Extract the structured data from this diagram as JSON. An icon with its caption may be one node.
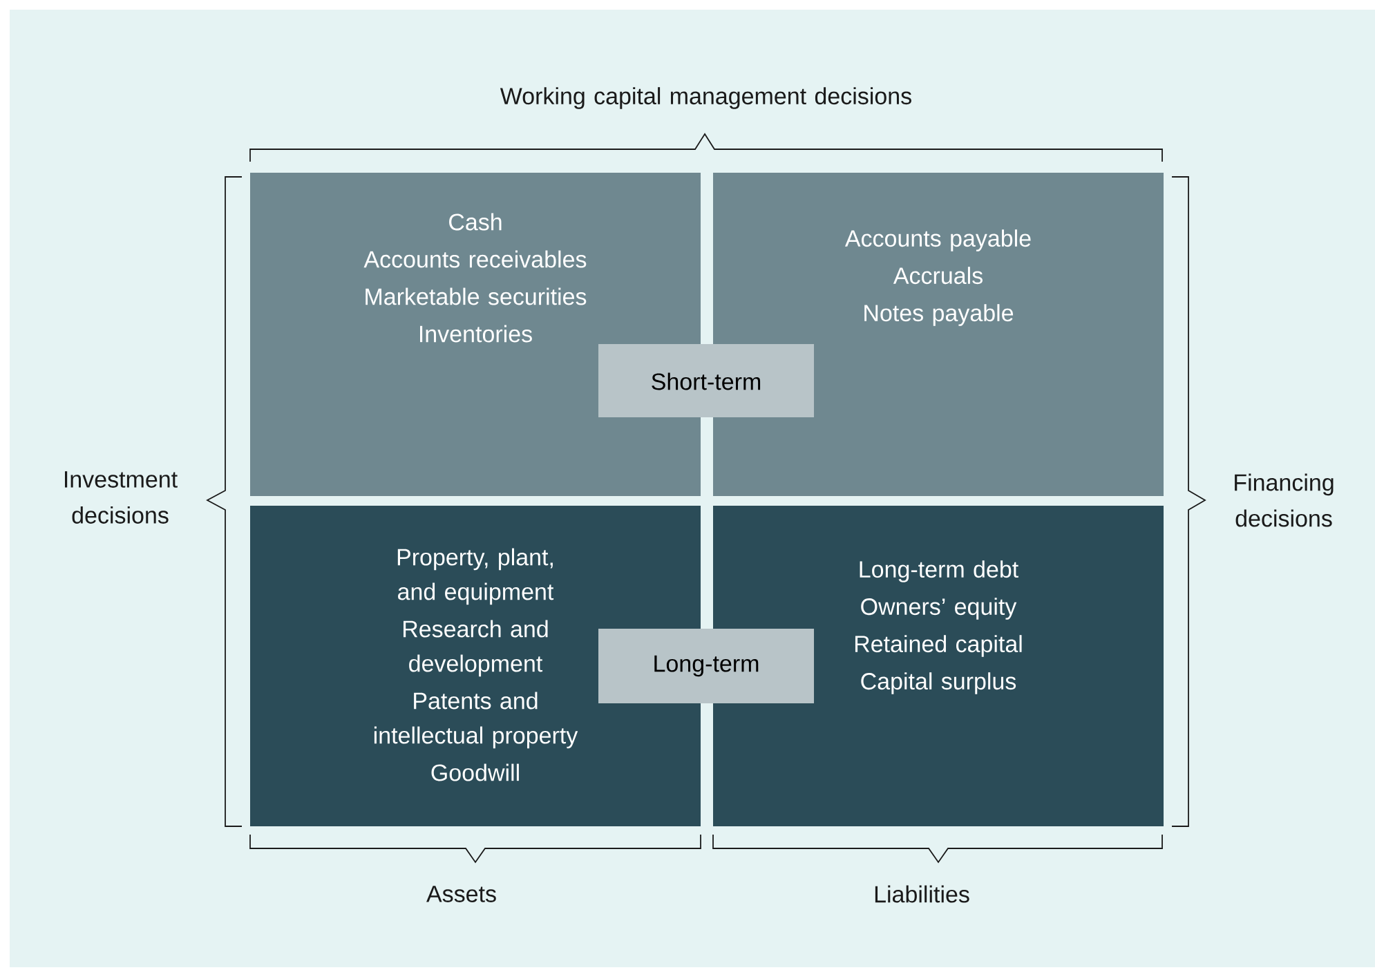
{
  "diagram": {
    "nodes": [
      {
        "text": [
          "Cash",
          "Accounts receivables",
          "Marketable securities",
          "Inventories"
        ]
      },
      {
        "text": [
          "Accounts payable",
          "Accruals",
          "Notes payable"
        ]
      },
      {
        "text": [
          "Property, plant, and equipment",
          "Research and development",
          "Patents and intellectual property",
          "Goodwill"
        ]
      },
      {
        "text": [
          "Long-term debt",
          "Owners’ equity",
          "Retained capital",
          "Capital surplus"
        ]
      },
      {
        "text": [
          "Short-term"
        ]
      },
      {
        "text": [
          "Long-term"
        ]
      }
    ],
    "labels": [
      "Working capital management decisions",
      "Investment decisions",
      "Financing decisions",
      "Assets",
      "Liabilities"
    ]
  }
}
